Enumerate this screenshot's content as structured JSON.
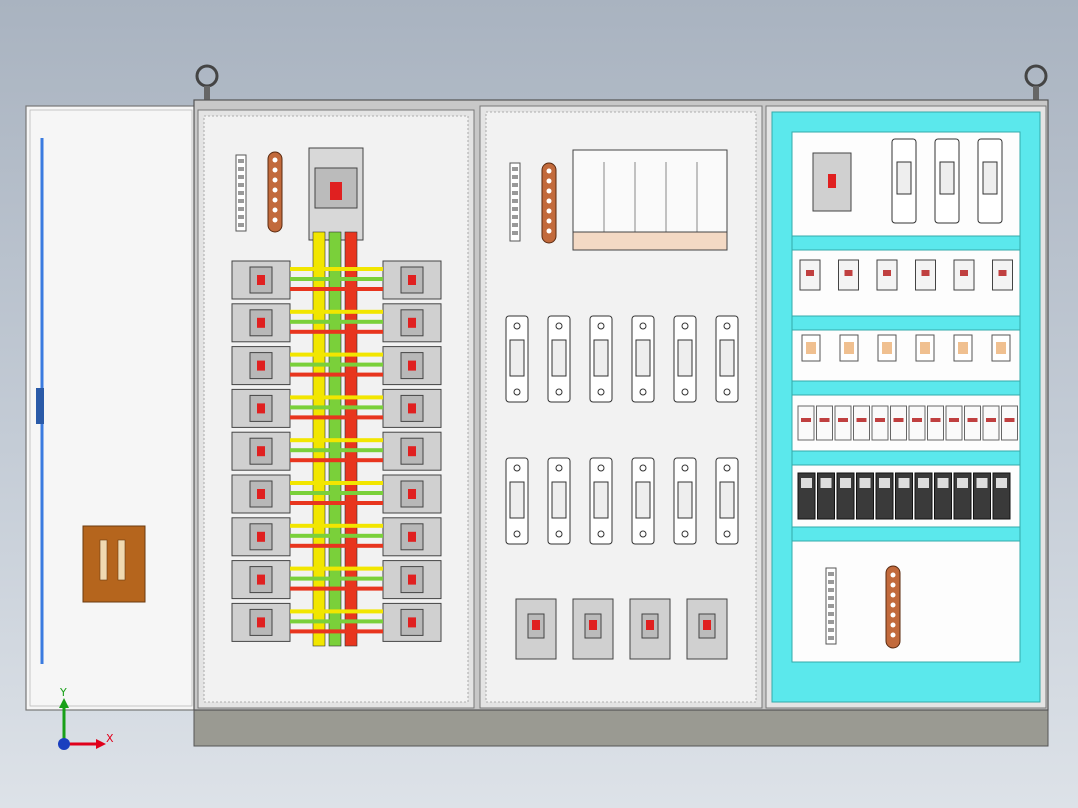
{
  "viewport": {
    "background_top": "#a9b3c0",
    "background_bottom": "#dde2e8"
  },
  "assembly": {
    "cabinet_color": "#f2f2f2",
    "frame_color": "#c8c8c8",
    "base_color": "#9a9a92",
    "busbar_colors": {
      "yellow": "#f2e600",
      "green": "#7ad03a",
      "red": "#e8351e"
    },
    "rail_color": "#5be8ec",
    "copper_color": "#c26a3c",
    "door_plate_color": "#b5651d",
    "panel_left": {
      "breaker_rows": 9,
      "breakers_per_side": 1
    },
    "panel_middle": {
      "fuse_rows": 2,
      "fuses_per_row": 6,
      "mccb_count": 4
    },
    "panel_right": {
      "small_switches": 6,
      "relays": 6,
      "terminal_blocks": 12,
      "contactors": 11
    }
  },
  "triad": {
    "x_label": "X",
    "y_label": "Y",
    "x_color": "#e0001b",
    "y_color": "#18a018",
    "z_color": "#1a3fbf"
  }
}
